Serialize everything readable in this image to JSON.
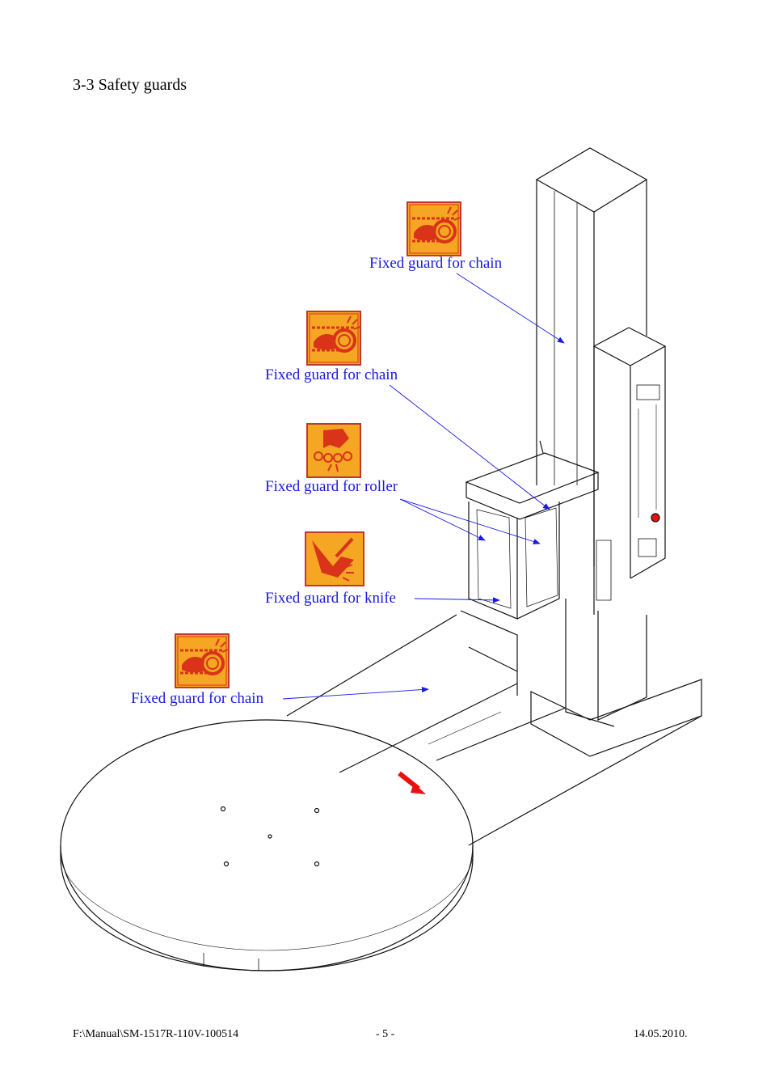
{
  "heading": "3-3 Safety guards",
  "labels": {
    "chain_top": "Fixed guard for chain",
    "chain_mid": "Fixed guard for chain",
    "roller": "Fixed guard for roller",
    "knife": "Fixed guard for knife",
    "chain_bottom": "Fixed guard for chain"
  },
  "footer": {
    "path": "F:\\Manual\\SM-1517R-110V-100514",
    "page": "- 5 -",
    "date": "14.05.2010."
  },
  "colors": {
    "label_blue": "#1a1ae0",
    "sign_orange": "#f5a623",
    "sign_red": "#d9331a",
    "arrow_red": "#e81010"
  },
  "icons": [
    "chain-hazard-icon",
    "roller-hazard-icon",
    "knife-hazard-icon"
  ]
}
